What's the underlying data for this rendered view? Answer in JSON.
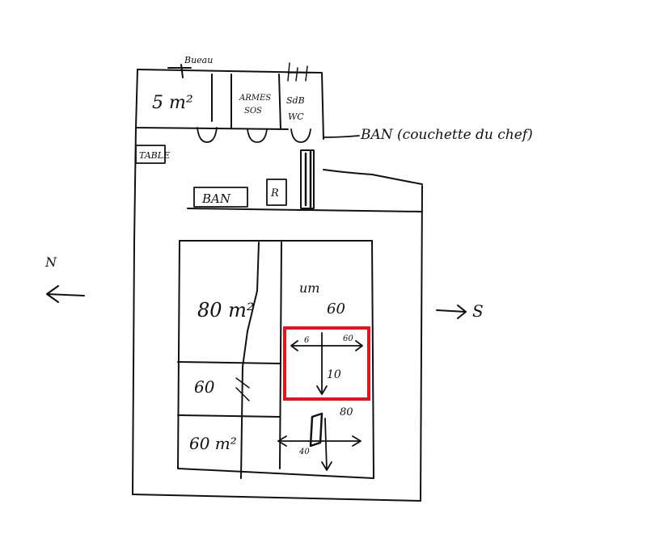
{
  "colors": {
    "ink": "#111111",
    "highlight": "#e8121c",
    "paper": "#ffffff"
  },
  "labels": {
    "top_room_hand": "Bueau",
    "room_5": "5 m²",
    "room_armes_1": "ARMES",
    "room_armes_2": "SOS",
    "room_sdb_1": "SdB",
    "room_sdb_2": "WC",
    "table": "TABLE",
    "ban_note": "BAN (couchette du chef)",
    "ban_box": "BAN",
    "small_box": "R",
    "north": "N",
    "south": "S",
    "zone_80": "80 m²",
    "zone_60_top": "60",
    "zone_60_mid": "60",
    "zone_60_bottom": "60 m²",
    "zone_um": "um",
    "dim_60": "60",
    "dim_10": "10",
    "dim_6": "6",
    "dim_80": "80",
    "dim_40": "40"
  }
}
